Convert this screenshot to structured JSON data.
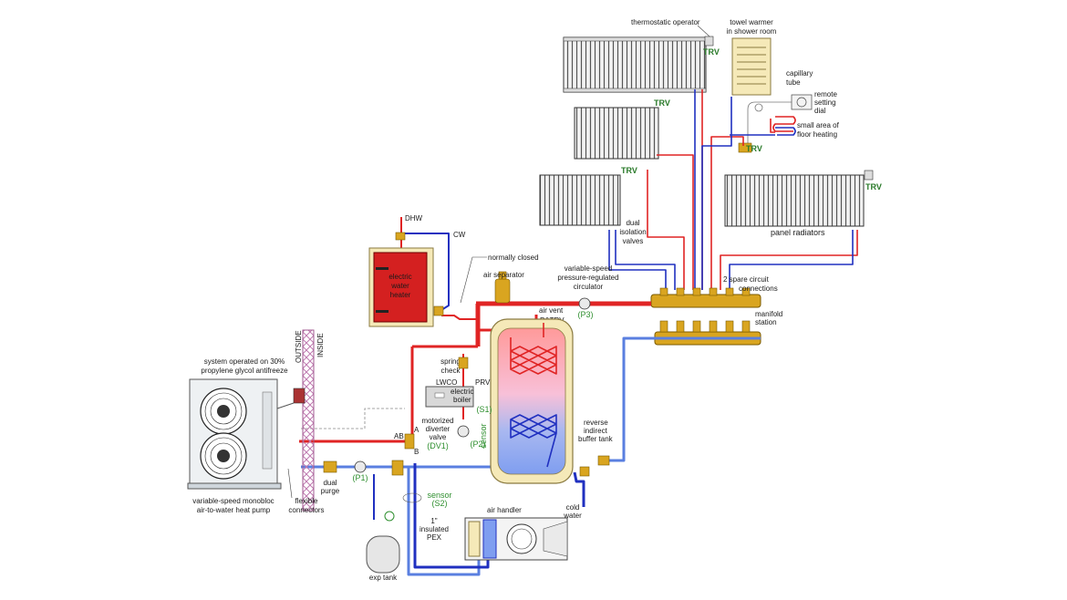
{
  "labels": {
    "dhw": "DHW",
    "cw": "CW",
    "electric_water_heater": [
      "electric",
      "water",
      "heater"
    ],
    "normally_closed": "normally closed",
    "air_separator": "air separator",
    "air_vent": "air vent",
    "ptrv": "P&TRV",
    "vs_circulator": [
      "variable-speed",
      "pressure-regulated",
      "circulator"
    ],
    "p3": "(P3)",
    "thermostatic_operator": "thermostatic operator",
    "towel_warmer": [
      "towel warmer",
      "in shower room"
    ],
    "capillary_tube": [
      "capillary",
      "tube"
    ],
    "remote_dial": [
      "remote",
      "setting",
      "dial"
    ],
    "floor_heating": [
      "small area of",
      "floor heating"
    ],
    "trv": "TRV",
    "dual_isolation": [
      "dual",
      "isolation",
      "valves"
    ],
    "panel_radiators": "panel radiators",
    "spare_circuit": [
      "2 spare  circuit",
      "connections"
    ],
    "manifold_station": [
      "manifold",
      "station"
    ],
    "outside": "OUTSIDE",
    "inside": "INSIDE",
    "glycol": [
      "system operated on 30%",
      "propylene glycol antifreeze"
    ],
    "spring_check": [
      "spring",
      "check"
    ],
    "lwco": "LWCO",
    "prv": "PRV",
    "electric_boiler": [
      "electric",
      "boiler"
    ],
    "s1": "(S1)",
    "sensor": "sensor",
    "motorized_diverter": [
      "motorized",
      "diverter",
      "valve"
    ],
    "dv1": "(DV1)",
    "p2": "(P2)",
    "port_ab": "AB",
    "port_a": "A",
    "port_b": "B",
    "reverse_buffer": [
      "reverse",
      "indirect",
      "buffer tank"
    ],
    "dual_purge": [
      "dual",
      "purge"
    ],
    "p1": "(P1)",
    "heat_pump": [
      "variable-speed monobloc",
      "air-to-water heat pump"
    ],
    "flexible_connectors": [
      "flexible",
      "connectors"
    ],
    "s2": "(S2)",
    "insulated_pex": [
      "1\"",
      "insulated",
      "PEX"
    ],
    "air_handler": "air handler",
    "cold_water": [
      "cold",
      "water"
    ],
    "exp_tank": "exp tank"
  },
  "colors": {
    "hot": "#e02424",
    "cold": "#2030c0",
    "light_blue": "#5a7fe0",
    "valve_brass": "#d9a520",
    "heater_red": "#d42020",
    "sensor_green": "#2f8f2f"
  }
}
